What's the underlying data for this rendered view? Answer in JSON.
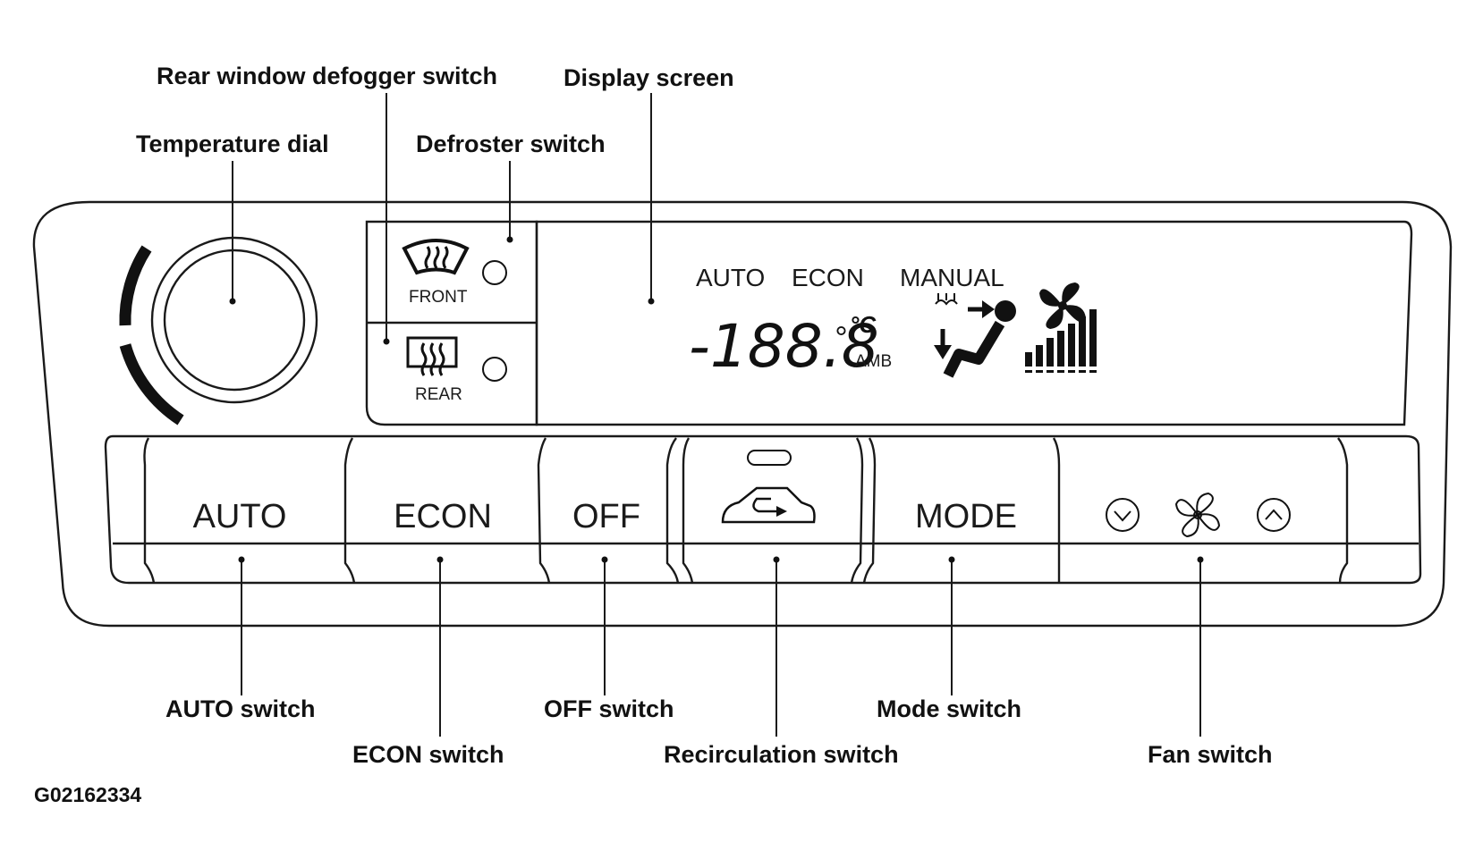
{
  "figure_code": "G02162334",
  "callouts": {
    "rear_defogger": "Rear window defogger switch",
    "display_screen": "Display screen",
    "temperature_dial": "Temperature dial",
    "defroster": "Defroster switch",
    "auto_switch": "AUTO switch",
    "econ_switch": "ECON switch",
    "off_switch": "OFF switch",
    "recirculation_switch": "Recirculation switch",
    "mode_switch": "Mode switch",
    "fan_switch": "Fan switch"
  },
  "panel": {
    "front_label": "FRONT",
    "rear_label": "REAR",
    "buttons": {
      "auto": "AUTO",
      "econ": "ECON",
      "off": "OFF",
      "mode": "MODE"
    },
    "fan_controls": {
      "down_icon": "chevron-down-circle-icon",
      "fan_icon": "fan-icon",
      "up_icon": "chevron-up-circle-icon"
    },
    "recirc_icon": "car-recirculation-icon"
  },
  "display": {
    "auto": "AUTO",
    "econ": "ECON",
    "manual": "MANUAL",
    "temperature": "-188.8",
    "degree": "°",
    "unit": "°C",
    "amb": "AMB",
    "mode_icon": "seated-person-airflow-icon",
    "fan_icon": "fan-icon",
    "fan_level_bars": 7
  }
}
